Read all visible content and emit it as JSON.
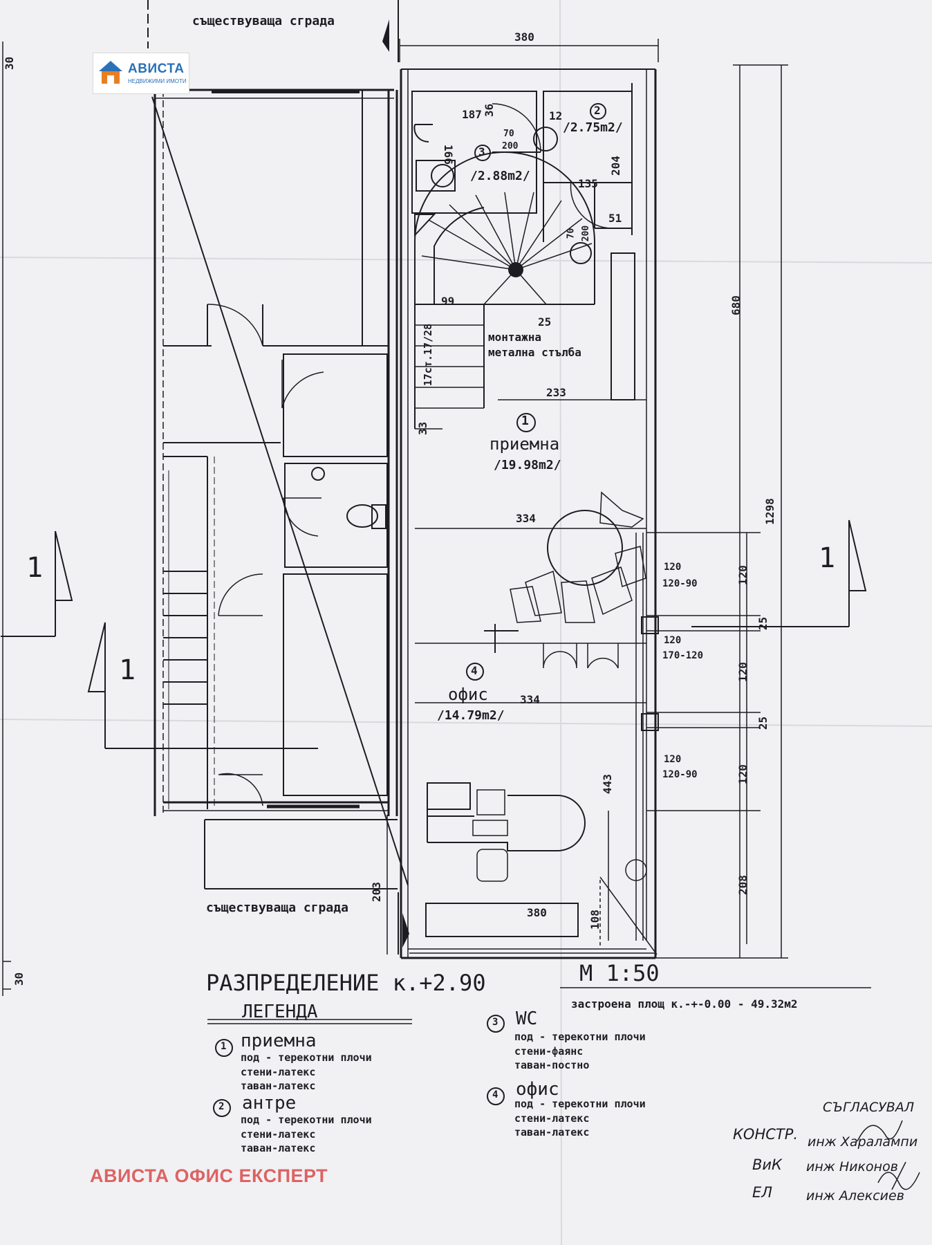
{
  "logo": {
    "brand": "АВИСТА",
    "tagline": "НЕДВИЖИМИ ИМОТИ",
    "brand_color": "#2a71b8"
  },
  "plan": {
    "existing_building_top": "съществуваща сграда",
    "existing_building_bottom": "съществуваща сграда",
    "title": "РАЗПРЕДЕЛЕНИЕ к.+2.90",
    "scale": "М 1:50",
    "built_area": "застроена площ к.-+-0.00 - 49.32м2",
    "column_note_line1": "монтажна",
    "column_note_line2": "метална стълба",
    "stair_label": "17ст.17/28",
    "section_mark": "1",
    "rooms": {
      "r1": {
        "num": "1",
        "name": "приемна",
        "area": "/19.98m2/"
      },
      "r2": {
        "num": "2",
        "area": "/2.75m2/"
      },
      "r3": {
        "num": "3",
        "area": "/2.88m2/"
      },
      "r4": {
        "num": "4",
        "name": "офис",
        "area": "/14.79m2/"
      }
    },
    "dims": {
      "top_width": "380",
      "left_30_top": "30",
      "left_30_bottom": "30",
      "total_height": "1298",
      "upper_height": "680",
      "d187": "187",
      "d36": "36",
      "d12": "12",
      "d70a": "70",
      "d200a": "200",
      "d166": "166",
      "d204": "204",
      "d135": "135",
      "d51": "51",
      "d70b": "70",
      "d200b": "200",
      "d25a": "25",
      "d99": "99",
      "d233": "233",
      "d33": "33",
      "d334a": "334",
      "d334b": "334",
      "w120a": "120",
      "w120_90a": "120-90",
      "w120b": "120",
      "w170_120": "170-120",
      "w120c": "120",
      "w120_90b": "120-90",
      "v120a": "120",
      "v25a": "25",
      "v120b": "120",
      "v25b": "25",
      "v120c": "120",
      "v208": "208",
      "d443": "443",
      "d203": "203",
      "d380b": "380",
      "d108": "108"
    }
  },
  "legend": {
    "title": "ЛЕГЕНДА",
    "items": [
      {
        "num": "1",
        "name": "приемна",
        "lines": [
          "под - терекотни плочи",
          "стени-латекс",
          "таван-латекс"
        ]
      },
      {
        "num": "2",
        "name": "антре",
        "lines": [
          "под - терекотни плочи",
          "стени-латекс",
          "таван-латекс"
        ]
      },
      {
        "num": "3",
        "name": "WC",
        "lines": [
          "под - терекотни плочи",
          "стени-фаянс",
          "таван-постно"
        ]
      },
      {
        "num": "4",
        "name": "офис",
        "lines": [
          "под - терекотни плочи",
          "стени-латекс",
          "таван-латекс"
        ]
      }
    ]
  },
  "approval": {
    "title": "СЪГЛАСУВАЛ",
    "rows": [
      {
        "role": "КОНСТР.",
        "person": "инж Харалампи"
      },
      {
        "role": "ВиК",
        "person": "инж Никонов"
      },
      {
        "role": "ЕЛ",
        "person": "инж Алексиев"
      }
    ]
  },
  "watermark": "АВИСТА ОФИС ЕКСПЕРТ",
  "colors": {
    "paper": "#f1f1f3",
    "ink": "#1c1c22",
    "watermark": "#d94b4b"
  }
}
